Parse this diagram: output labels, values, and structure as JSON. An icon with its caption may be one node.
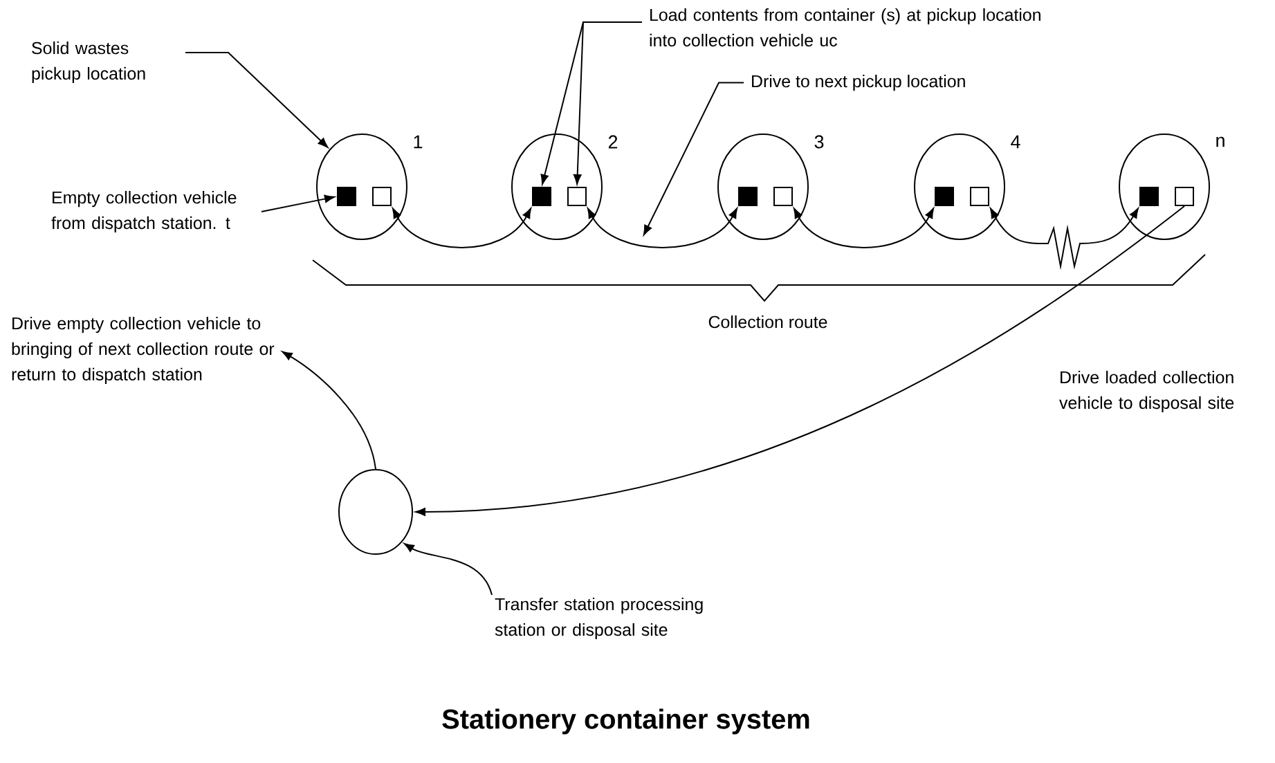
{
  "diagram": {
    "title": "Stationery container system",
    "nodes": [
      {
        "text": [
          "Solid wastes pickup location"
        ]
      },
      {
        "text": [
          "Load contents from container (s) at pickup location into collection vehicle uc"
        ]
      },
      {
        "text": [
          "Drive to next pickup location"
        ]
      },
      {
        "text": [
          "1"
        ]
      },
      {
        "text": [],
        "shape": "box",
        "in": 3
      },
      {
        "text": [],
        "shape": "box",
        "in": 3
      },
      {
        "text": [
          "2"
        ]
      },
      {
        "text": [],
        "shape": "box",
        "in": 6
      },
      {
        "text": [],
        "shape": "box",
        "in": 6
      },
      {
        "text": [
          "3"
        ]
      },
      {
        "text": [],
        "shape": "box",
        "in": 9
      },
      {
        "text": [],
        "shape": "box",
        "in": 9
      },
      {
        "text": [
          "4"
        ]
      },
      {
        "text": [],
        "shape": "box",
        "in": 12
      },
      {
        "text": [],
        "shape": "box",
        "in": 12
      },
      {
        "text": [
          "n"
        ]
      },
      {
        "text": [],
        "shape": "box",
        "in": 15
      },
      {
        "text": [],
        "shape": "box",
        "in": 15
      },
      {
        "text": [
          "Empty collection vehicle from dispatch station. t"
        ]
      },
      {
        "text": [
          "Drive empty collection vehicle to bringing of next collection route or return to dispatch station"
        ]
      },
      {
        "text": [],
        "shape": "circle"
      },
      {
        "text": [
          "Transfer station processing station or disposal site"
        ]
      }
    ],
    "edges": [
      {
        "from": 0,
        "to": 3,
        "arrow": "to"
      },
      {
        "from": 1,
        "to": 7,
        "arrow": "to"
      },
      {
        "from": 1,
        "to": 8,
        "arrow": "to"
      },
      {
        "from": 2,
        "to": null,
        "arrow": "to"
      },
      {
        "from": 18,
        "to": 4,
        "arrow": "to"
      },
      {
        "from": 5,
        "to": 7,
        "arrow": "both"
      },
      {
        "from": 8,
        "to": 10,
        "arrow": "both"
      },
      {
        "from": 11,
        "to": 13,
        "arrow": "both"
      },
      {
        "from": 14,
        "to": 16,
        "arrow": "both"
      },
      {
        "from": 17,
        "to": 20,
        "arrow": "to",
        "label": "Drive loaded collection vehicle to disposal site"
      },
      {
        "from": 20,
        "to": 19,
        "arrow": "to"
      },
      {
        "from": 21,
        "to": 20,
        "arrow": "to"
      }
    ],
    "labels": [
      "Collection route"
    ]
  }
}
